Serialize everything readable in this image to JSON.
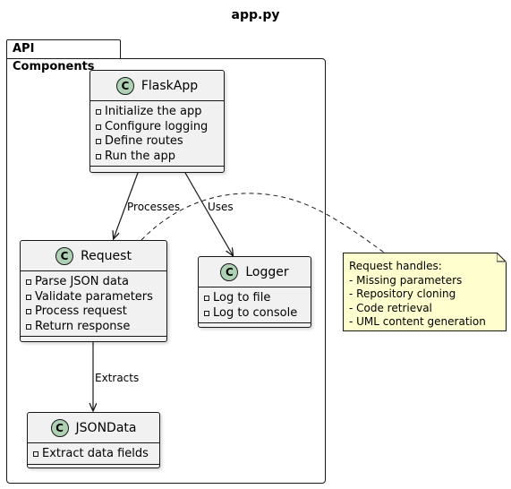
{
  "title": "app.py",
  "package": {
    "name": "API Components"
  },
  "classes": {
    "flaskapp": {
      "badge": "C",
      "name": "FlaskApp",
      "members": [
        "Initialize the app",
        "Configure logging",
        "Define routes",
        "Run the app"
      ]
    },
    "request": {
      "badge": "C",
      "name": "Request",
      "members": [
        "Parse JSON data",
        "Validate parameters",
        "Process request",
        "Return response"
      ]
    },
    "logger": {
      "badge": "C",
      "name": "Logger",
      "members": [
        "Log to file",
        "Log to console"
      ]
    },
    "jsondata": {
      "badge": "C",
      "name": "JSONData",
      "members": [
        "Extract data fields"
      ]
    }
  },
  "edges": {
    "processes": "Processes",
    "uses": "Uses",
    "extracts": "Extracts"
  },
  "note": {
    "lines": [
      "Request handles:",
      "- Missing parameters",
      "- Repository cloning",
      "- Code retrieval",
      "- UML content generation"
    ]
  },
  "colors": {
    "class_fill": "#f1f1f1",
    "badge_fill": "#add1b2",
    "note_fill": "#fefece",
    "border": "#181818"
  }
}
